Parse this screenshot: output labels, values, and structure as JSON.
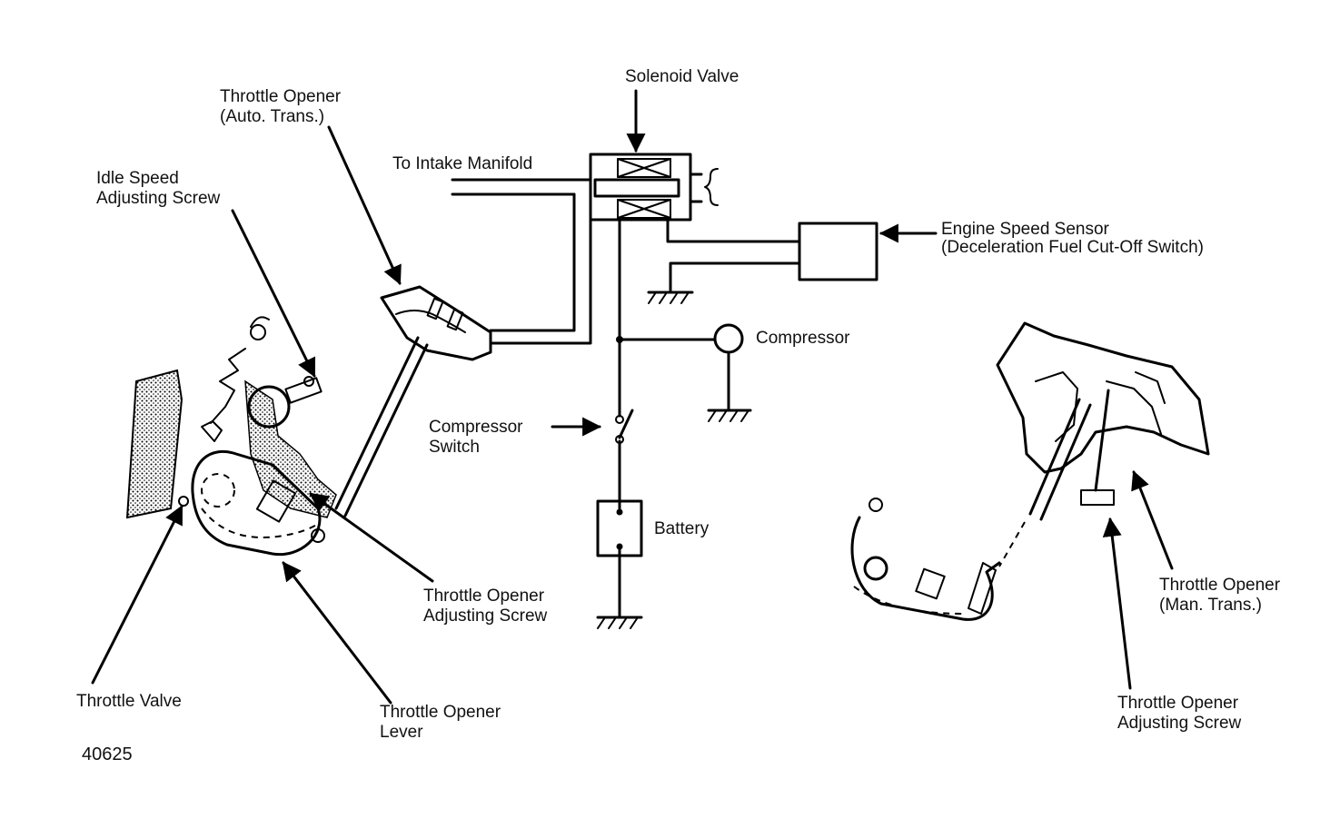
{
  "labels": {
    "solenoid_valve": "Solenoid Valve",
    "throttle_opener_auto_line1": "Throttle Opener",
    "throttle_opener_auto_line2": "(Auto. Trans.)",
    "to_intake_manifold": "To Intake Manifold",
    "idle_speed_line1": "Idle Speed",
    "idle_speed_line2": "Adjusting Screw",
    "engine_speed_sensor_line1": "Engine Speed Sensor",
    "engine_speed_sensor_line2": "(Deceleration Fuel Cut-Off Switch)",
    "compressor": "Compressor",
    "compressor_switch_line1": "Compressor",
    "compressor_switch_line2": "Switch",
    "battery": "Battery",
    "opener_adj_screw_left_line1": "Throttle Opener",
    "opener_adj_screw_left_line2": "Adjusting Screw",
    "throttle_valve": "Throttle Valve",
    "opener_lever_line1": "Throttle Opener",
    "opener_lever_line2": "Lever",
    "opener_man_line1": "Throttle Opener",
    "opener_man_line2": "(Man. Trans.)",
    "opener_adj_screw_right_line1": "Throttle Opener",
    "opener_adj_screw_right_line2": "Adjusting Screw",
    "figure_number": "40625"
  }
}
